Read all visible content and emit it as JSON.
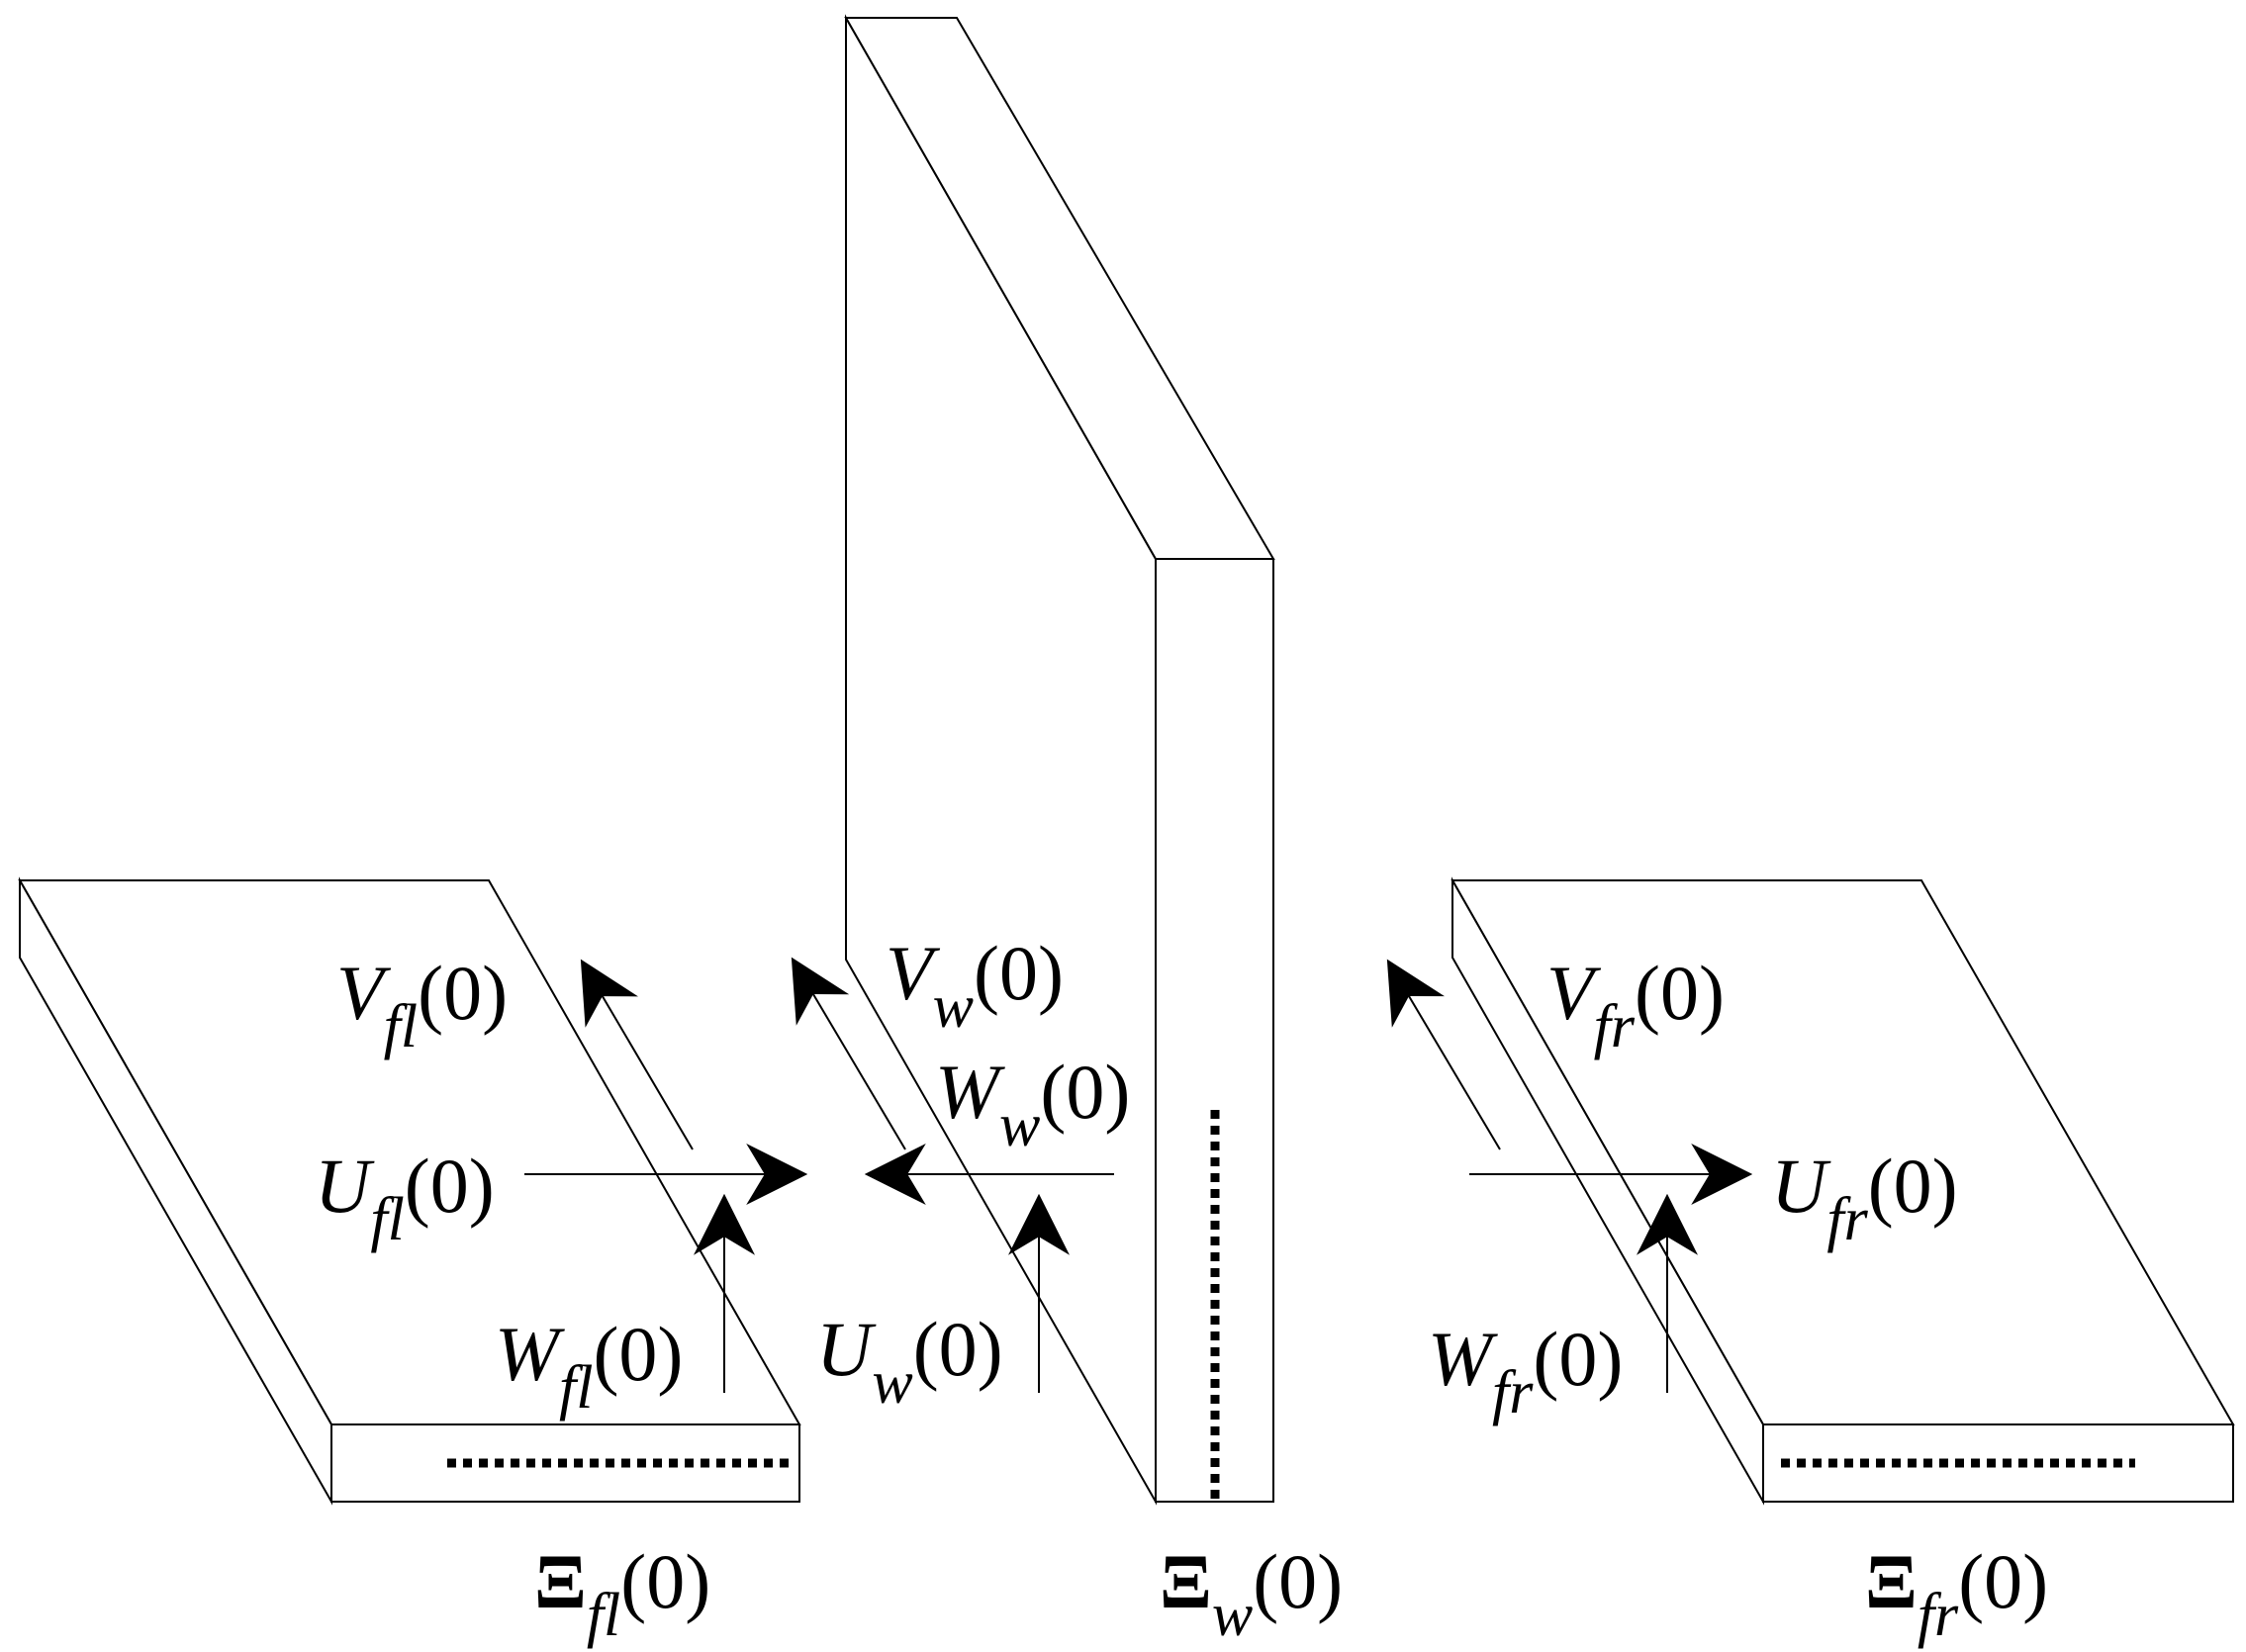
{
  "labels": {
    "v_fl": {
      "main": "V",
      "sub": "fl",
      "arg": "(0)"
    },
    "u_fl": {
      "main": "U",
      "sub": "fl",
      "arg": "(0)"
    },
    "w_fl": {
      "main": "W",
      "sub": "fl",
      "arg": "(0)"
    },
    "xi_fl": {
      "main": "Ξ",
      "sub": "fl",
      "arg": "(0)"
    },
    "v_w": {
      "main": "V",
      "sub": "w",
      "arg": "(0)"
    },
    "w_w": {
      "main": "W",
      "sub": "w",
      "arg": "(0)"
    },
    "u_w": {
      "main": "U",
      "sub": "w",
      "arg": "(0)"
    },
    "xi_w": {
      "main": "Ξ",
      "sub": "w",
      "arg": "(0)"
    },
    "v_fr": {
      "main": "V",
      "sub": "fr",
      "arg": "(0)"
    },
    "u_fr": {
      "main": "U",
      "sub": "fr",
      "arg": "(0)"
    },
    "w_fr": {
      "main": "W",
      "sub": "fr",
      "arg": "(0)"
    },
    "xi_fr": {
      "main": "Ξ",
      "sub": "fr",
      "arg": "(0)"
    }
  }
}
